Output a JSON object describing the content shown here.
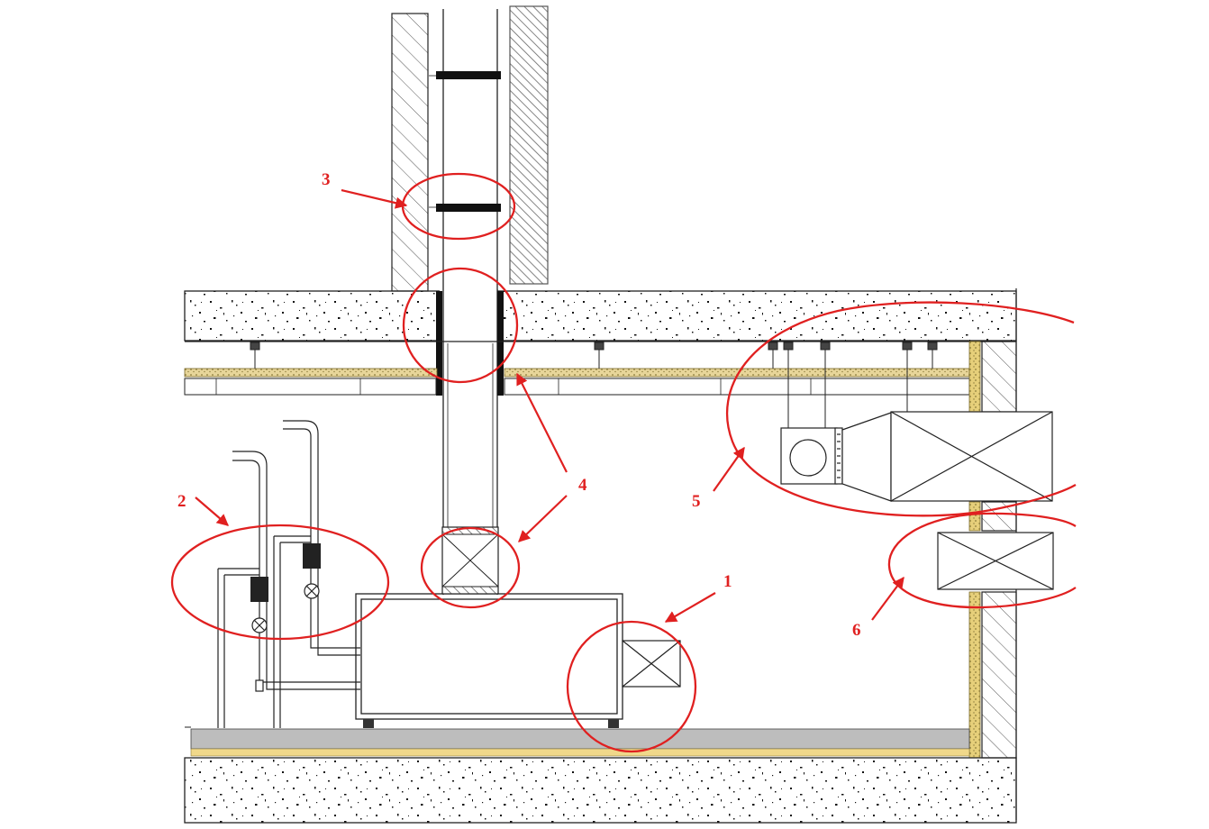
{
  "diagram": {
    "callouts": [
      {
        "label": "1"
      },
      {
        "label": "2"
      },
      {
        "label": "3"
      },
      {
        "label": "4"
      },
      {
        "label": "5"
      },
      {
        "label": "6"
      }
    ]
  },
  "colors": {
    "annotation": "#e02020",
    "line": "#1a1a1a",
    "insulation": "#d8c07a",
    "floor_screed": "#bdbdbd",
    "floor_layer": "#f0d88a",
    "wall_hatch": "#666666"
  }
}
